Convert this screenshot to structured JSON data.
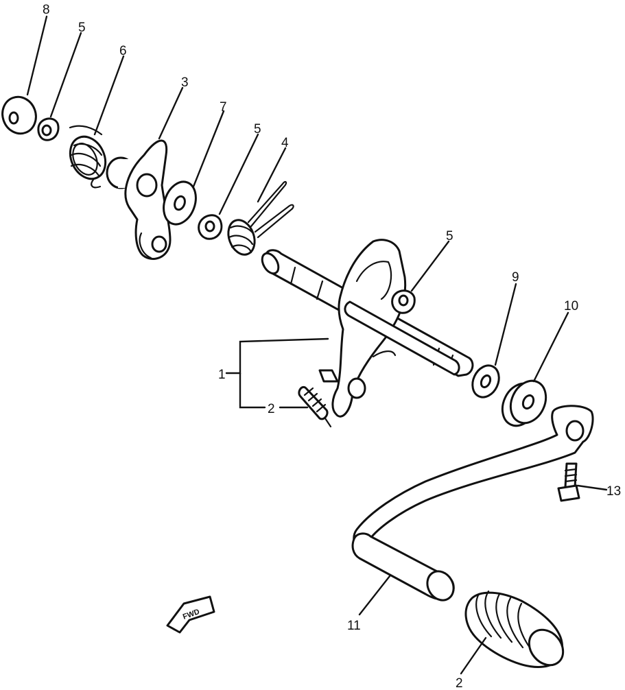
{
  "callouts": {
    "c8": "8",
    "c5a": "5",
    "c6": "6",
    "c3": "3",
    "c7": "7",
    "c5b": "5",
    "c4": "4",
    "c5c": "5",
    "c9": "9",
    "c10": "10",
    "c1": "1",
    "c2a": "2",
    "c13": "13",
    "c11": "11",
    "c2b": "2"
  },
  "fwd_marker": {
    "label": "FWD"
  }
}
